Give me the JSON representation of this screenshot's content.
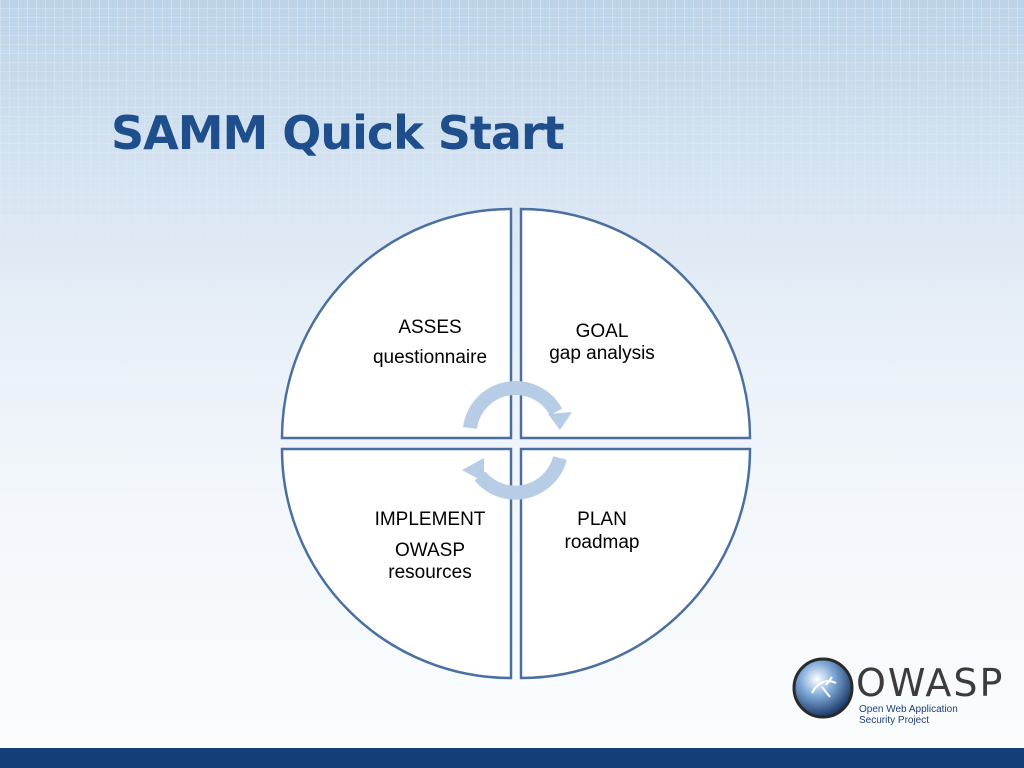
{
  "slide": {
    "title": "SAMM Quick Start"
  },
  "quadrants": [
    {
      "id": "assess",
      "lines": [
        "ASSES",
        "questionnaire"
      ]
    },
    {
      "id": "goal",
      "lines": [
        "GOAL",
        "gap analysis"
      ]
    },
    {
      "id": "plan",
      "lines": [
        "PLAN",
        "roadmap"
      ]
    },
    {
      "id": "implement",
      "lines": [
        "IMPLEMENT",
        "OWASP",
        "resources"
      ]
    }
  ],
  "logo": {
    "name": "OWASP",
    "tagline_line1": "Open Web Application",
    "tagline_line2": "Security Project"
  },
  "colors": {
    "title": "#1f4e8c",
    "outline": "#4a6fa0",
    "cycle_arrows": "#b7cde6",
    "bottom_bar": "#133e78"
  }
}
